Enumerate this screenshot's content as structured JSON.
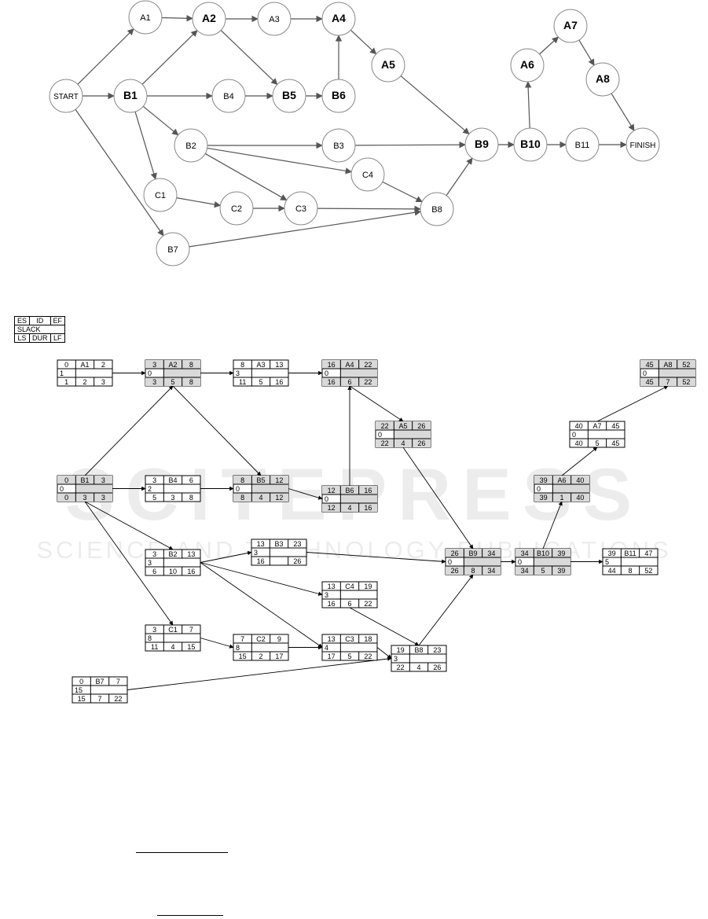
{
  "precedence": {
    "nodes": [
      {
        "id": "START",
        "label": "START",
        "bold": false
      },
      {
        "id": "A1",
        "label": "A1",
        "bold": false
      },
      {
        "id": "A2",
        "label": "A2",
        "bold": true
      },
      {
        "id": "A3",
        "label": "A3",
        "bold": false
      },
      {
        "id": "A4",
        "label": "A4",
        "bold": true
      },
      {
        "id": "A5",
        "label": "A5",
        "bold": true
      },
      {
        "id": "B1",
        "label": "B1",
        "bold": true
      },
      {
        "id": "B4",
        "label": "B4",
        "bold": false
      },
      {
        "id": "B5",
        "label": "B5",
        "bold": true
      },
      {
        "id": "B6",
        "label": "B6",
        "bold": true
      },
      {
        "id": "B2",
        "label": "B2",
        "bold": false
      },
      {
        "id": "B3",
        "label": "B3",
        "bold": false
      },
      {
        "id": "C4",
        "label": "C4",
        "bold": false
      },
      {
        "id": "C1",
        "label": "C1",
        "bold": false
      },
      {
        "id": "C2",
        "label": "C2",
        "bold": false
      },
      {
        "id": "C3",
        "label": "C3",
        "bold": false
      },
      {
        "id": "B8",
        "label": "B8",
        "bold": false
      },
      {
        "id": "B7",
        "label": "B7",
        "bold": false
      },
      {
        "id": "B9",
        "label": "B9",
        "bold": true
      },
      {
        "id": "B10",
        "label": "B10",
        "bold": true
      },
      {
        "id": "A6",
        "label": "A6",
        "bold": true
      },
      {
        "id": "A7",
        "label": "A7",
        "bold": true
      },
      {
        "id": "A8",
        "label": "A8",
        "bold": true
      },
      {
        "id": "B11",
        "label": "B11",
        "bold": false
      },
      {
        "id": "FINISH",
        "label": "FINISH",
        "bold": false
      }
    ],
    "edges": [
      [
        "START",
        "A1"
      ],
      [
        "START",
        "B1"
      ],
      [
        "START",
        "B7"
      ],
      [
        "A1",
        "A2"
      ],
      [
        "A2",
        "A3"
      ],
      [
        "A2",
        "B5"
      ],
      [
        "A3",
        "A4"
      ],
      [
        "A4",
        "A5"
      ],
      [
        "A5",
        "B9"
      ],
      [
        "B1",
        "A2"
      ],
      [
        "B1",
        "B4"
      ],
      [
        "B1",
        "B2"
      ],
      [
        "B1",
        "C1"
      ],
      [
        "B4",
        "B5"
      ],
      [
        "B5",
        "B6"
      ],
      [
        "B6",
        "A4"
      ],
      [
        "B2",
        "B3"
      ],
      [
        "B2",
        "C4"
      ],
      [
        "B2",
        "C3"
      ],
      [
        "B3",
        "B9"
      ],
      [
        "C4",
        "B8"
      ],
      [
        "C1",
        "C2"
      ],
      [
        "C2",
        "C3"
      ],
      [
        "C3",
        "B8"
      ],
      [
        "B7",
        "B8"
      ],
      [
        "B8",
        "B9"
      ],
      [
        "B9",
        "B10"
      ],
      [
        "B10",
        "A6"
      ],
      [
        "B10",
        "B11"
      ],
      [
        "A6",
        "A7"
      ],
      [
        "A7",
        "A8"
      ],
      [
        "A8",
        "FINISH"
      ],
      [
        "B11",
        "FINISH"
      ]
    ]
  },
  "legend": {
    "row1": [
      "ES",
      "ID",
      "EF"
    ],
    "row2": "SLACK",
    "row3": [
      "LS",
      "DUR",
      "LF"
    ]
  },
  "network": {
    "boxes": [
      {
        "id": "A1",
        "es": "0",
        "ef": "2",
        "slack": "1",
        "ls": "1",
        "dur": "2",
        "lf": "3",
        "critical": false
      },
      {
        "id": "A2",
        "es": "3",
        "ef": "8",
        "slack": "0",
        "ls": "3",
        "dur": "5",
        "lf": "8",
        "critical": true
      },
      {
        "id": "A3",
        "es": "8",
        "ef": "13",
        "slack": "3",
        "ls": "11",
        "dur": "5",
        "lf": "16",
        "critical": false
      },
      {
        "id": "A4",
        "es": "16",
        "ef": "22",
        "slack": "0",
        "ls": "16",
        "dur": "6",
        "lf": "22",
        "critical": true
      },
      {
        "id": "A5",
        "es": "22",
        "ef": "26",
        "slack": "0",
        "ls": "22",
        "dur": "4",
        "lf": "26",
        "critical": true
      },
      {
        "id": "B1",
        "es": "0",
        "ef": "3",
        "slack": "0",
        "ls": "0",
        "dur": "3",
        "lf": "3",
        "critical": true
      },
      {
        "id": "B4",
        "es": "3",
        "ef": "6",
        "slack": "2",
        "ls": "5",
        "dur": "3",
        "lf": "8",
        "critical": false
      },
      {
        "id": "B5",
        "es": "8",
        "ef": "12",
        "slack": "0",
        "ls": "8",
        "dur": "4",
        "lf": "12",
        "critical": true
      },
      {
        "id": "B6",
        "es": "12",
        "ef": "16",
        "slack": "0",
        "ls": "12",
        "dur": "4",
        "lf": "16",
        "critical": true
      },
      {
        "id": "B2",
        "es": "3",
        "ef": "13",
        "slack": "3",
        "ls": "6",
        "dur": "10",
        "lf": "16",
        "critical": false
      },
      {
        "id": "B3",
        "es": "13",
        "ef": "23",
        "slack": "3",
        "ls": "16",
        "dur": "",
        "lf": "26",
        "critical": false
      },
      {
        "id": "C4",
        "es": "13",
        "ef": "19",
        "slack": "3",
        "ls": "16",
        "dur": "6",
        "lf": "22",
        "critical": false
      },
      {
        "id": "C1",
        "es": "3",
        "ef": "7",
        "slack": "8",
        "ls": "11",
        "dur": "4",
        "lf": "15",
        "critical": false
      },
      {
        "id": "C2",
        "es": "7",
        "ef": "9",
        "slack": "8",
        "ls": "15",
        "dur": "2",
        "lf": "17",
        "critical": false
      },
      {
        "id": "C3",
        "es": "13",
        "ef": "18",
        "slack": "4",
        "ls": "17",
        "dur": "5",
        "lf": "22",
        "critical": false
      },
      {
        "id": "B8",
        "es": "19",
        "ef": "23",
        "slack": "3",
        "ls": "22",
        "dur": "4",
        "lf": "26",
        "critical": false
      },
      {
        "id": "B7",
        "es": "0",
        "ef": "7",
        "slack": "15",
        "ls": "15",
        "dur": "7",
        "lf": "22",
        "critical": false
      },
      {
        "id": "B9",
        "es": "26",
        "ef": "34",
        "slack": "0",
        "ls": "26",
        "dur": "8",
        "lf": "34",
        "critical": true
      },
      {
        "id": "B10",
        "es": "34",
        "ef": "39",
        "slack": "0",
        "ls": "34",
        "dur": "5",
        "lf": "39",
        "critical": true
      },
      {
        "id": "A6",
        "es": "39",
        "ef": "40",
        "slack": "0",
        "ls": "39",
        "dur": "1",
        "lf": "40",
        "critical": true
      },
      {
        "id": "A7",
        "es": "40",
        "ef": "45",
        "slack": "0",
        "ls": "40",
        "dur": "5",
        "lf": "45",
        "critical": false
      },
      {
        "id": "A8",
        "es": "45",
        "ef": "52",
        "slack": "0",
        "ls": "45",
        "dur": "7",
        "lf": "52",
        "critical": true
      },
      {
        "id": "B11",
        "es": "39",
        "ef": "47",
        "slack": "5",
        "ls": "44",
        "dur": "8",
        "lf": "52",
        "critical": false
      }
    ],
    "links": [
      [
        "A1",
        "A2"
      ],
      [
        "A2",
        "A3"
      ],
      [
        "A2",
        "B5"
      ],
      [
        "A3",
        "A4"
      ],
      [
        "A4",
        "A5"
      ],
      [
        "A5",
        "B9"
      ],
      [
        "B1",
        "A2"
      ],
      [
        "B1",
        "B4"
      ],
      [
        "B1",
        "B2"
      ],
      [
        "B1",
        "C1"
      ],
      [
        "B4",
        "B5"
      ],
      [
        "B5",
        "B6"
      ],
      [
        "B6",
        "A4"
      ],
      [
        "B2",
        "B3"
      ],
      [
        "B2",
        "C4"
      ],
      [
        "B2",
        "C3"
      ],
      [
        "B3",
        "B9"
      ],
      [
        "C4",
        "B8"
      ],
      [
        "C1",
        "C2"
      ],
      [
        "C2",
        "C3"
      ],
      [
        "C3",
        "B8"
      ],
      [
        "B7",
        "B8"
      ],
      [
        "B8",
        "B9"
      ],
      [
        "B9",
        "B10"
      ],
      [
        "B10",
        "A6"
      ],
      [
        "B10",
        "B11"
      ],
      [
        "A6",
        "A7"
      ],
      [
        "A7",
        "A8"
      ]
    ]
  },
  "watermark": {
    "line1": "SCITEPRESS",
    "line2": "SCIENCE AND TECHNOLOGY PUBLICATIONS"
  }
}
